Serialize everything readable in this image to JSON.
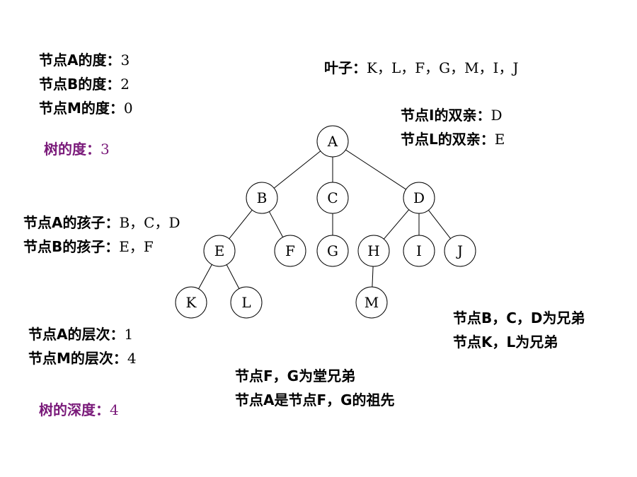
{
  "notes": {
    "degree": [
      {
        "label": "节点A的度：",
        "value": "3"
      },
      {
        "label": "节点B的度：",
        "value": "2"
      },
      {
        "label": "节点M的度：",
        "value": "0"
      }
    ],
    "tree_degree": {
      "label": "树的度：",
      "value": "3"
    },
    "leaves": {
      "label": "叶子：",
      "value": "K，L，F，G，M，I，J"
    },
    "parents": [
      {
        "label": "节点I的双亲：",
        "value": "D"
      },
      {
        "label": "节点L的双亲：",
        "value": "E"
      }
    ],
    "children": [
      {
        "label": "节点A的孩子：",
        "value": "B，C，D"
      },
      {
        "label": "节点B的孩子：",
        "value": "E，F"
      }
    ],
    "levels": [
      {
        "label": "节点A的层次：",
        "value": "1"
      },
      {
        "label": "节点M的层次：",
        "value": "4"
      }
    ],
    "tree_depth": {
      "label": "树的深度：",
      "value": "4"
    },
    "siblings": [
      "节点B，C，D为兄弟",
      "节点K，L为兄弟"
    ],
    "cousins": [
      "节点F，G为堂兄弟",
      "节点A是节点F，G的祖先"
    ]
  },
  "tree": {
    "nodes": [
      "A",
      "B",
      "C",
      "D",
      "E",
      "F",
      "G",
      "H",
      "I",
      "J",
      "K",
      "L",
      "M"
    ],
    "edges": [
      [
        "A",
        "B"
      ],
      [
        "A",
        "C"
      ],
      [
        "A",
        "D"
      ],
      [
        "B",
        "E"
      ],
      [
        "B",
        "F"
      ],
      [
        "C",
        "G"
      ],
      [
        "D",
        "H"
      ],
      [
        "D",
        "I"
      ],
      [
        "D",
        "J"
      ],
      [
        "E",
        "K"
      ],
      [
        "E",
        "L"
      ],
      [
        "H",
        "M"
      ]
    ]
  },
  "colors": {
    "accent": "#7a1a7a",
    "line": "#000000"
  }
}
